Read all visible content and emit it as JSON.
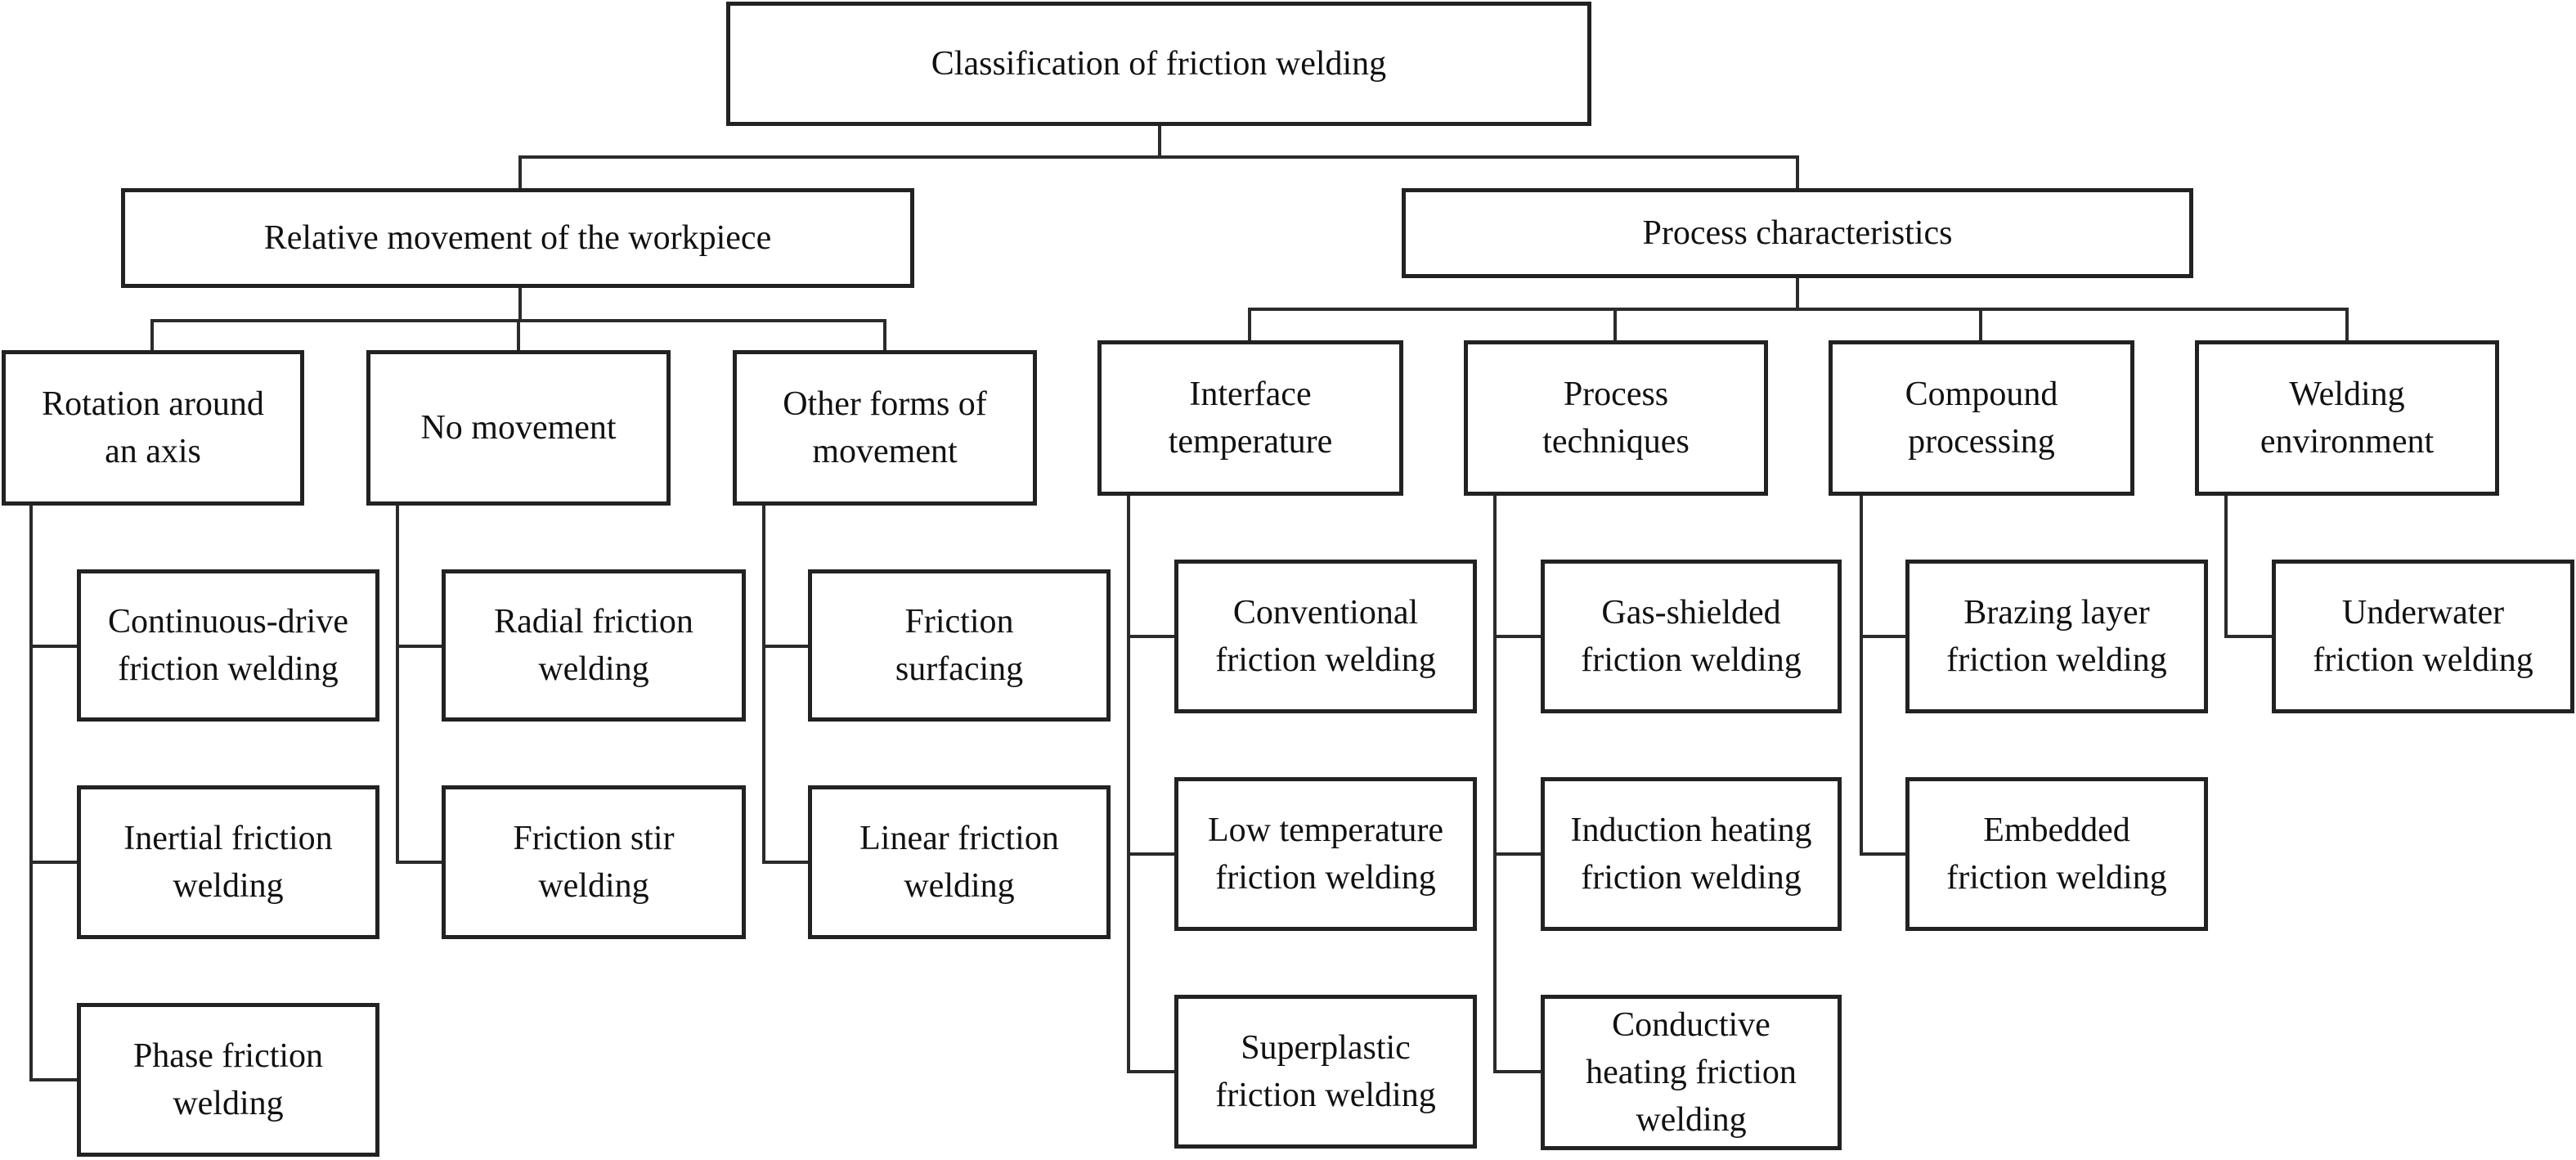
{
  "root": {
    "label": "Classification of friction welding"
  },
  "categories": [
    {
      "label": "Relative movement of the workpiece",
      "groups": [
        {
          "label": "Rotation around\nan axis",
          "items": [
            "Continuous-drive\nfriction welding",
            "Inertial friction\nwelding",
            "Phase friction\nwelding"
          ]
        },
        {
          "label": "No movement",
          "items": [
            "Radial friction\nwelding",
            "Friction stir\nwelding"
          ]
        },
        {
          "label": "Other forms of\nmovement",
          "items": [
            "Friction\nsurfacing",
            "Linear friction\nwelding"
          ]
        }
      ]
    },
    {
      "label": "Process characteristics",
      "groups": [
        {
          "label": "Interface\ntemperature",
          "items": [
            "Conventional\nfriction welding",
            "Low temperature\nfriction welding",
            "Superplastic\nfriction welding"
          ]
        },
        {
          "label": "Process\ntechniques",
          "items": [
            "Gas-shielded\nfriction welding",
            "Induction heating\nfriction welding",
            "Conductive\nheating friction\nwelding"
          ]
        },
        {
          "label": "Compound\nprocessing",
          "items": [
            "Brazing layer\nfriction welding",
            "Embedded\nfriction welding"
          ]
        },
        {
          "label": "Welding\nenvironment",
          "items": [
            "Underwater\nfriction welding"
          ]
        }
      ]
    }
  ]
}
